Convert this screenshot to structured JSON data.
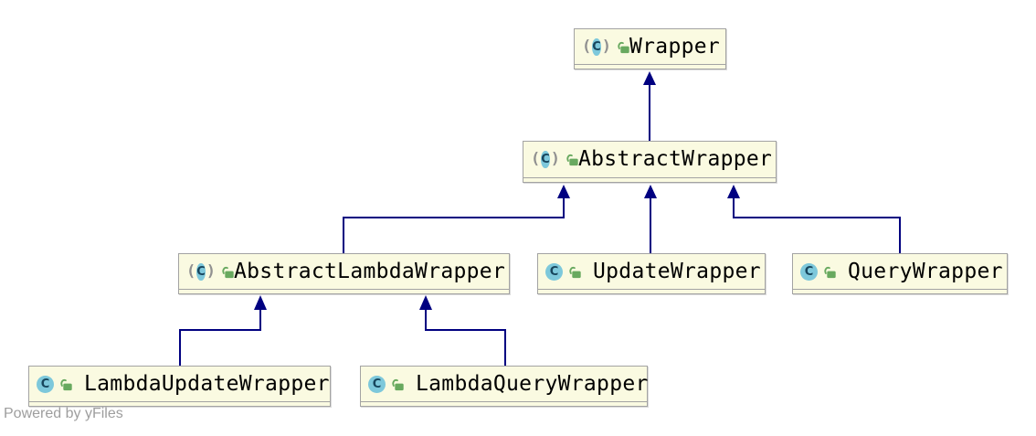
{
  "diagram": {
    "type": "uml-class-inheritance-diagram",
    "tool_watermark": "Powered by yFiles",
    "class_icon_letter": "C",
    "nodes": [
      {
        "id": "Wrapper",
        "label": "Wrapper",
        "kind": "abstract class",
        "icon": "abstract-class-icon",
        "modifier_icon": "unlock-icon"
      },
      {
        "id": "AbstractWrapper",
        "label": "AbstractWrapper",
        "kind": "abstract class",
        "icon": "abstract-class-icon",
        "modifier_icon": "unlock-icon"
      },
      {
        "id": "AbstractLambdaWrapper",
        "label": "AbstractLambdaWrapper",
        "kind": "abstract class",
        "icon": "abstract-class-icon",
        "modifier_icon": "unlock-icon"
      },
      {
        "id": "UpdateWrapper",
        "label": "UpdateWrapper",
        "kind": "class",
        "icon": "class-icon",
        "modifier_icon": "unlock-icon"
      },
      {
        "id": "QueryWrapper",
        "label": "QueryWrapper",
        "kind": "class",
        "icon": "class-icon",
        "modifier_icon": "unlock-icon"
      },
      {
        "id": "LambdaUpdateWrapper",
        "label": "LambdaUpdateWrapper",
        "kind": "class",
        "icon": "class-icon",
        "modifier_icon": "unlock-icon"
      },
      {
        "id": "LambdaQueryWrapper",
        "label": "LambdaQueryWrapper",
        "kind": "class",
        "icon": "class-icon",
        "modifier_icon": "unlock-icon"
      }
    ],
    "edges": [
      {
        "from": "AbstractWrapper",
        "to": "Wrapper",
        "type": "extends"
      },
      {
        "from": "AbstractLambdaWrapper",
        "to": "AbstractWrapper",
        "type": "extends"
      },
      {
        "from": "UpdateWrapper",
        "to": "AbstractWrapper",
        "type": "extends"
      },
      {
        "from": "QueryWrapper",
        "to": "AbstractWrapper",
        "type": "extends"
      },
      {
        "from": "LambdaUpdateWrapper",
        "to": "AbstractLambdaWrapper",
        "type": "extends"
      },
      {
        "from": "LambdaQueryWrapper",
        "to": "AbstractLambdaWrapper",
        "type": "extends"
      }
    ],
    "colors": {
      "canvas_background": "#FFFFFF",
      "node_fill": "#FAFAE1",
      "node_border": "#A3A3A3",
      "edge_color": "#000080",
      "class_icon_fill": "#7DC8DB",
      "class_icon_glyph": "#17455C",
      "lock_icon_color": "#68A95F",
      "paren_color": "#909090",
      "label_color": "#000000",
      "watermark_color": "#9E9E9E"
    }
  }
}
